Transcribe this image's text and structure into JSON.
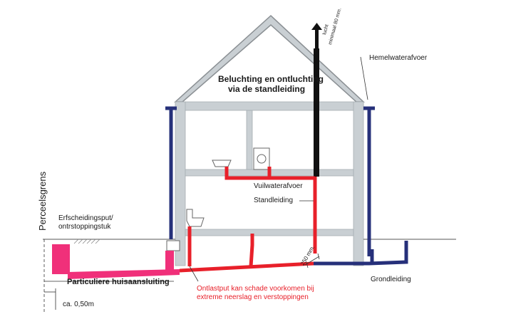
{
  "labels": {
    "ventilation_1": "Beluchting en ontluchting",
    "ventilation_2": "via de standleiding",
    "lucht": "lucht",
    "minimaal": "minimaal 80 mm.",
    "hemelwater": "Hemelwaterafvoer",
    "vuilwater": "Vuilwaterafvoer",
    "standleiding": "Standleiding",
    "perceelsgrens": "Perceelsgrens",
    "erfscheiding_1": "Erfscheidingsput/",
    "erfscheiding_2": "ontrstoppingstuk",
    "huisaansluiting": "Particuliere huisaansluiting",
    "ontlastput_1": "Ontlastput kan schade voorkomen bij",
    "ontlastput_2": "extreme neerslag en verstoppingen",
    "grondleiding": "Grondleiding",
    "distance": "ca. 0,50m",
    "pipe_250": "250 mm."
  },
  "colors": {
    "wall": "#c9cfd3",
    "roof_outline": "#8a8f93",
    "sewer_red": "#e8202a",
    "magenta": "#f0307a",
    "rain_blue": "#26307a",
    "stack_black": "#111111"
  }
}
